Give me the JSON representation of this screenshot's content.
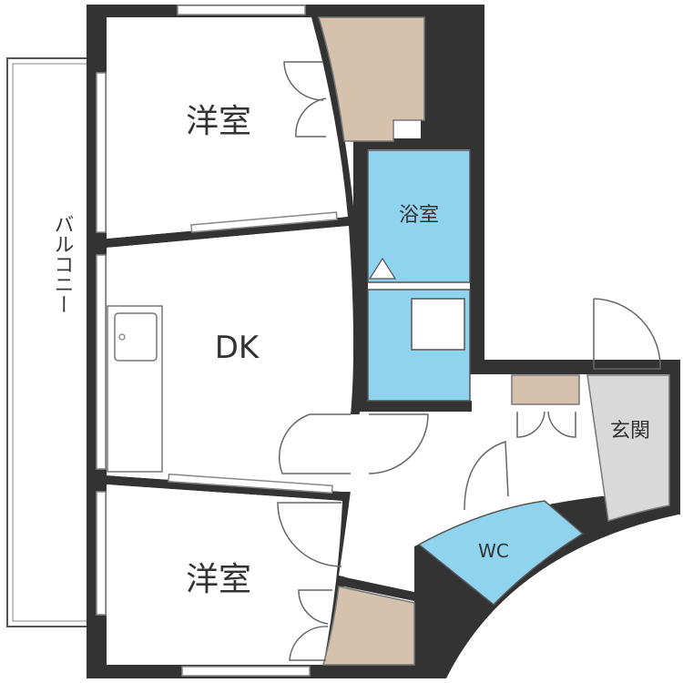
{
  "rooms": {
    "western_upper": "洋室",
    "western_lower": "洋室",
    "dk": "DK",
    "bath": "浴室",
    "entrance": "玄関",
    "wc": "WC",
    "balcony": "バルコニー"
  },
  "colors": {
    "wall": "#333333",
    "floor": "#ffffff",
    "wet_area": "#8fd3ef",
    "closet": "#d6c1ad",
    "entrance": "#d9d9d9",
    "outline": "#444444"
  }
}
